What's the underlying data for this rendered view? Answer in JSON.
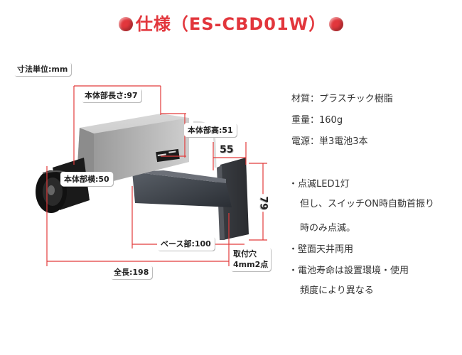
{
  "title": {
    "text": "仕様（ES-CBD01W）"
  },
  "dims": {
    "unit": "寸法単位:mm",
    "body_length": "本体部長さ:97",
    "body_height": "本体部高:51",
    "body_width": "本体部横:50",
    "base": "ベース部:100",
    "total": "全長:198",
    "mount_w": "55",
    "mount_h": "79",
    "hole_line1": "取付穴",
    "hole_line2": "4mm2点"
  },
  "specs": [
    {
      "label": "材質：プラスチック樹脂"
    },
    {
      "label": "重量：160g"
    },
    {
      "label": "電源：単3電池3本"
    }
  ],
  "features": {
    "item1": "・点滅LED1灯",
    "item1_cont1": "但し、スイッチON時自動首振り",
    "item1_cont2": "時のみ点滅。",
    "item2": "・壁面天井両用",
    "item3": "・電池寿命は設置環境・使用",
    "item3_cont": "頻度により異なる"
  }
}
